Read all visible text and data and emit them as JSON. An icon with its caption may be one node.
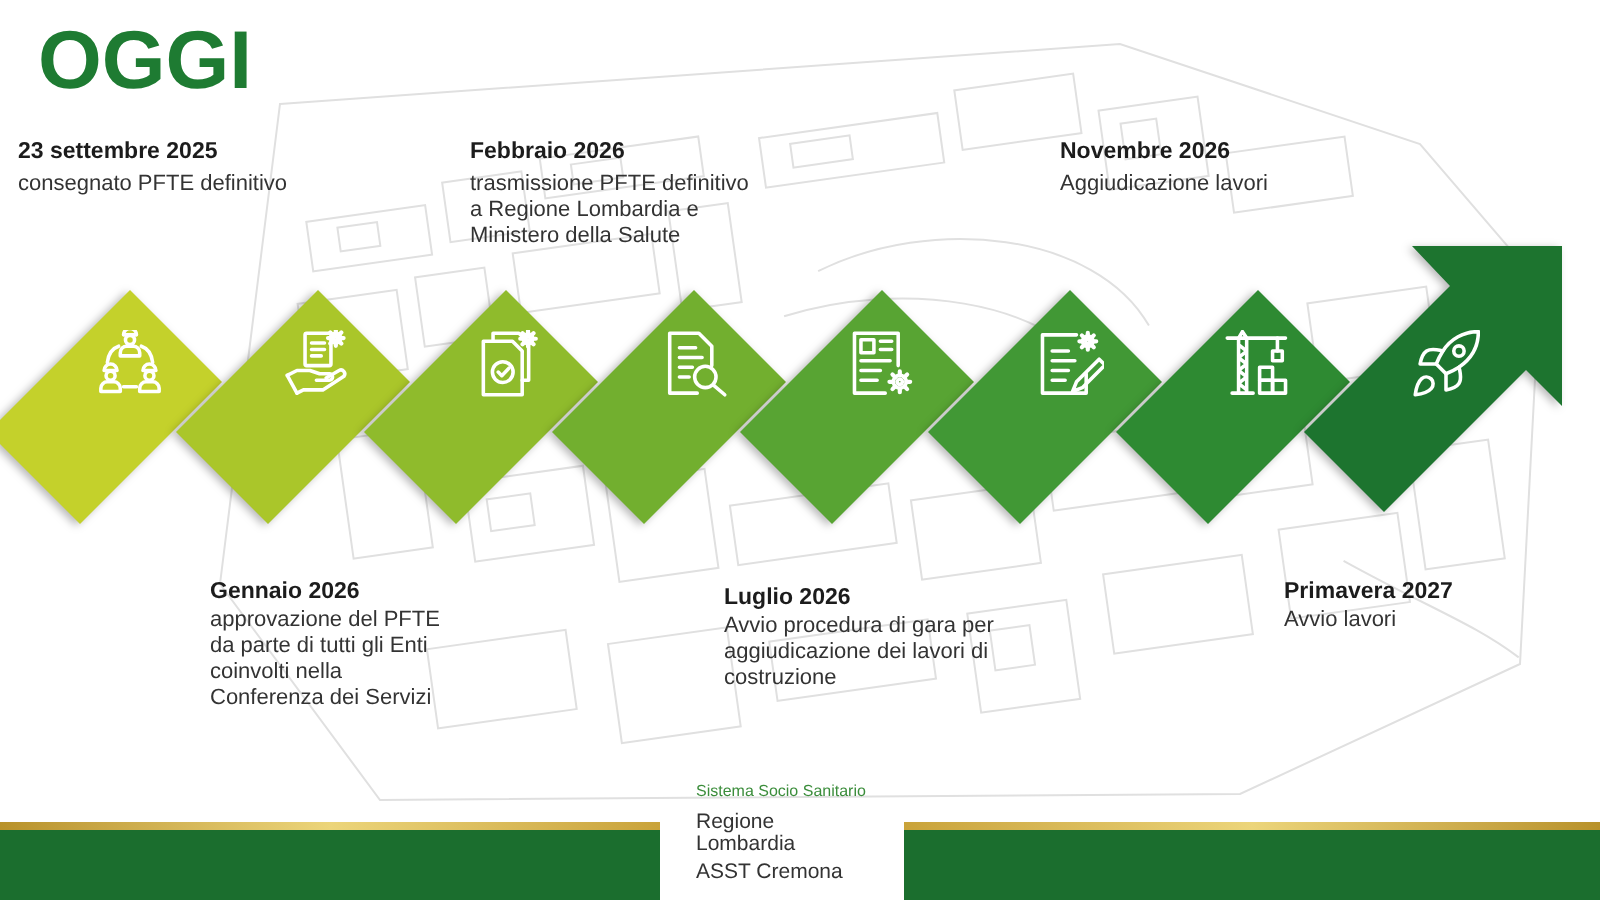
{
  "diagram": {
    "title": "OGGI",
    "nodes": [
      {
        "text": [],
        "shape": "diamond"
      },
      {
        "text": [],
        "shape": "diamond"
      },
      {
        "text": [],
        "shape": "diamond"
      },
      {
        "text": [],
        "shape": "diamond"
      },
      {
        "text": [],
        "shape": "diamond"
      },
      {
        "text": [],
        "shape": "diamond"
      },
      {
        "text": [],
        "shape": "diamond"
      },
      {
        "text": [],
        "shape": "arrow"
      }
    ],
    "labels": [
      "23 settembre 2025",
      "consegnato PFTE definitivo",
      "Febbraio 2026",
      "trasmissione PFTE definitivo a Regione Lombardia e Ministero della Salute",
      "Novembre 2026",
      "Aggiudicazione lavori",
      "Gennaio 2026",
      "approvazione del PFTE da parte di tutti gli Enti coinvolti nella Conferenza dei Servizi",
      "Luglio 2026",
      "Avvio procedura di gara per aggiudicazione dei lavori di costruzione",
      "Primavera 2027",
      "Avvio lavori",
      "Sistema Socio Sanitario",
      "Regione Lombardia",
      "ASST Cremona"
    ]
  }
}
